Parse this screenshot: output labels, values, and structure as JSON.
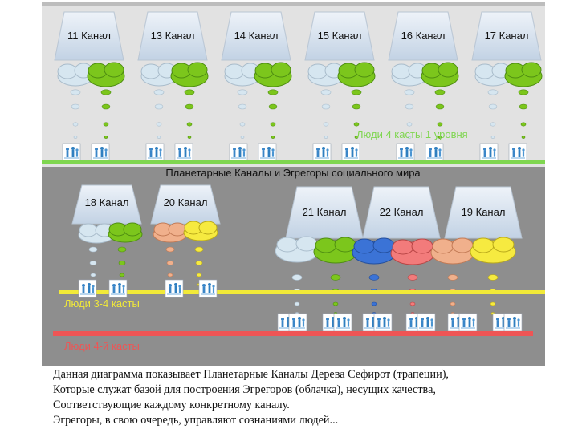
{
  "top_section": {
    "channels": [
      "11 Канал",
      "13 Канал",
      "14 Канал",
      "15 Канал",
      "16 Канал",
      "17 Канал"
    ],
    "people_label": "Люди 4 касты 1 уровня",
    "section_title": "Планетарные  Каналы и Эгрегоры социального мира"
  },
  "bottom_section": {
    "left_channels": [
      "18 Канал",
      "20 Канал"
    ],
    "right_channels": [
      "21 Канал",
      "22 Канал",
      "19 Канал"
    ],
    "people_label_yellow": "Люди 3-4 касты",
    "people_label_red": "Люди 4-й касты"
  },
  "caption": {
    "lines": [
      "Данная диаграмма показывает Планетарные Каналы Дерева Сефирот (трапеции),",
      "Которые служат базой для построения Эгрегоров (облачка), несущих качества,",
      "Соответствующие каждому конкретному каналу.",
      "Эгрегоры, в свою очередь, управляют сознаниями людей..."
    ]
  },
  "colors": {
    "top_bg": "#e2e2e2",
    "bottom_bg": "#8e8e8e",
    "trapezoid_fill": "#cfdbe9",
    "cloud_light": "#d6e6f0",
    "cloud_green": "#7cc61c",
    "cloud_salmon": "#f0b08c",
    "cloud_yellow": "#f6ea40",
    "cloud_pink": "#f27b7b",
    "cloud_blue": "#3b73d6",
    "green_line": "#7fd650",
    "yellow_line": "#f2ea38",
    "red_line": "#ee5555",
    "label_green": "#7fd650",
    "label_yellow": "#f2ea38",
    "label_red": "#ee5555"
  }
}
